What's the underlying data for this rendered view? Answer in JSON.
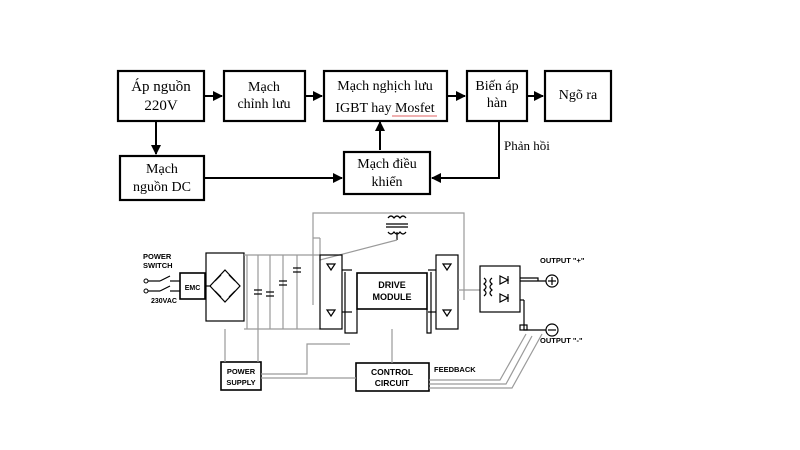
{
  "block_diagram": {
    "power_source": [
      "Áp nguồn",
      "220V"
    ],
    "rectifier": [
      "Mạch",
      "chỉnh lưu"
    ],
    "inverter": [
      "Mạch nghịch lưu",
      "IGBT hay Mosfet"
    ],
    "welding_transformer": [
      "Biến áp",
      "hàn"
    ],
    "output": "Ngõ ra",
    "dc_supply": [
      "Mạch",
      "nguồn DC"
    ],
    "control": [
      "Mạch điều",
      "khiển"
    ],
    "feedback": "Phản hồi"
  },
  "schematic": {
    "power_switch": [
      "POWER",
      "SWITCH"
    ],
    "input_voltage": "230VAC",
    "emc": "EMC",
    "drive_module": [
      "DRIVE",
      "MODULE"
    ],
    "power_supply": [
      "POWER",
      "SUPPLY"
    ],
    "control_circuit": [
      "CONTROL",
      "CIRCUIT"
    ],
    "feedback": "FEEDBACK",
    "output_plus": "OUTPUT \"+\"",
    "output_minus": "OUTPUT \"-\""
  }
}
